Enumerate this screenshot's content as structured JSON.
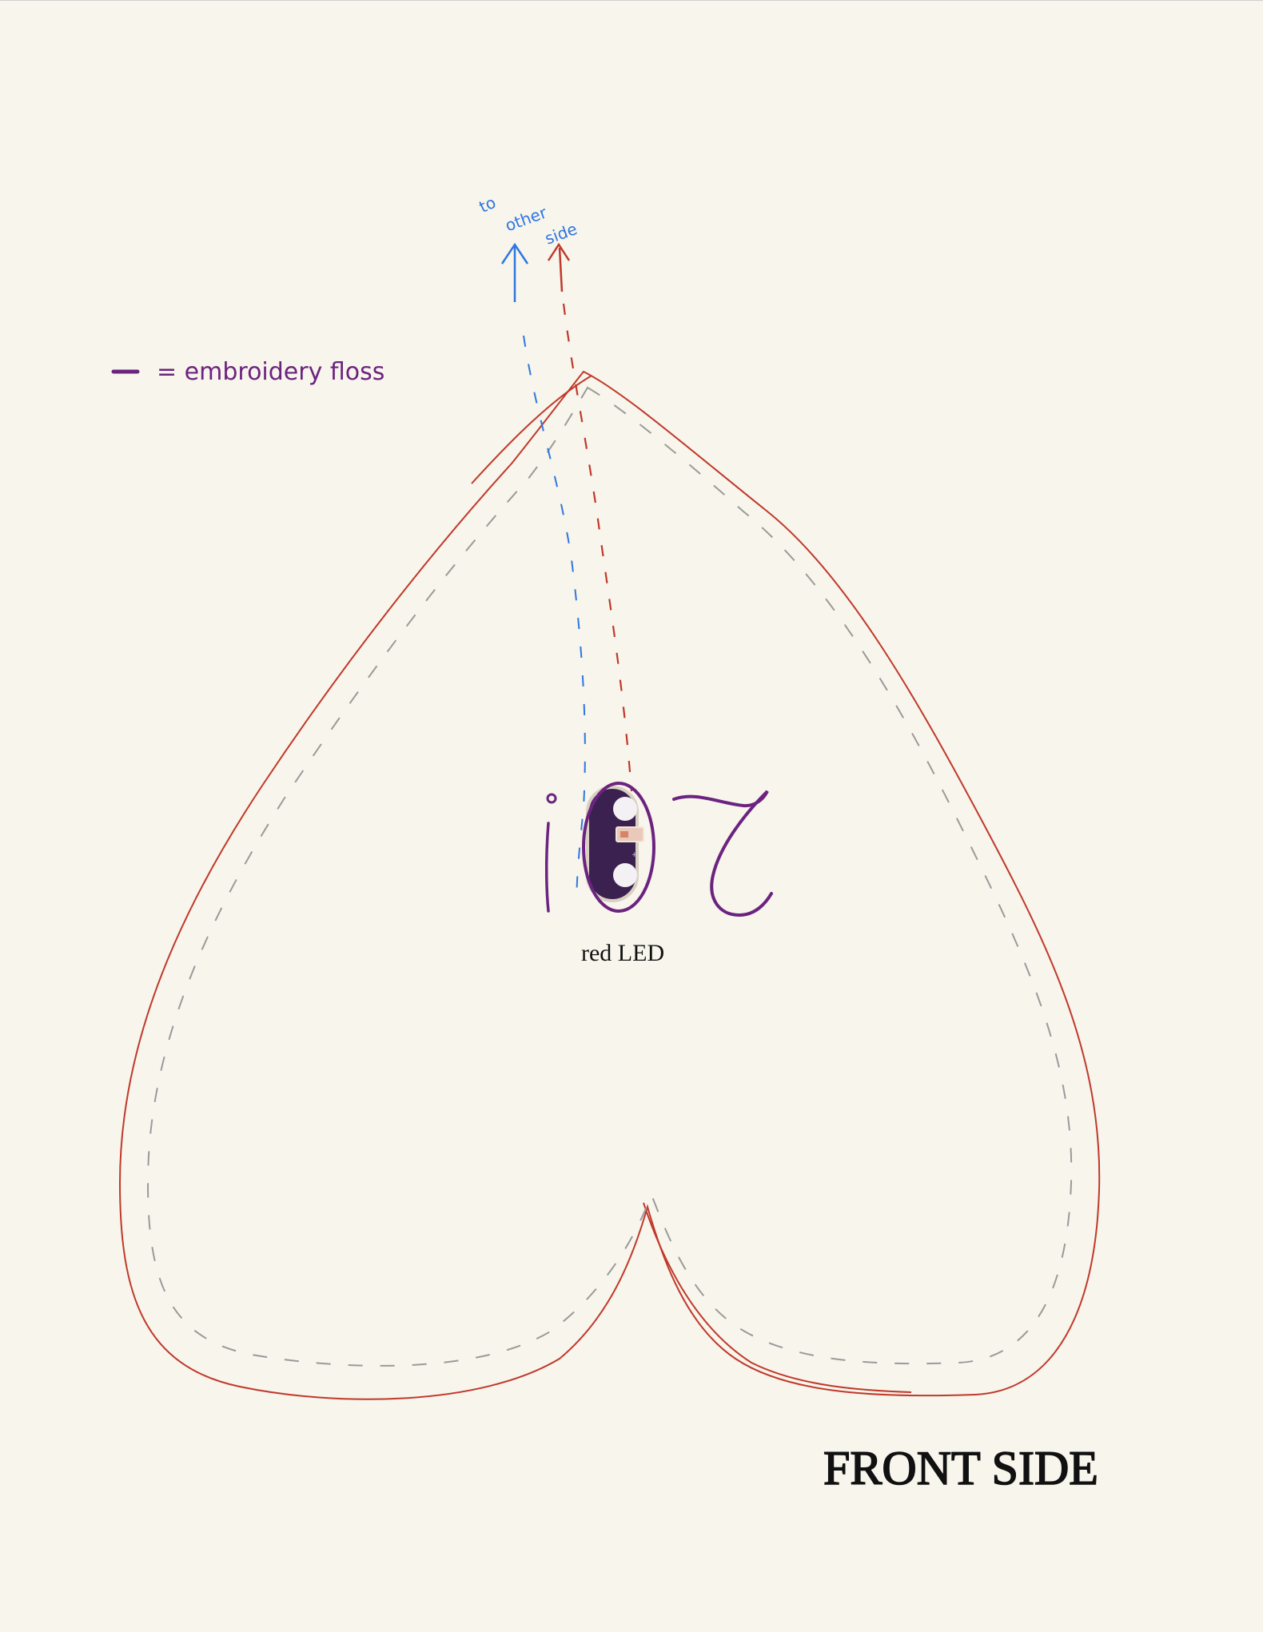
{
  "legend": {
    "symbol_color": "#6c237f",
    "text": "= embroidery floss"
  },
  "annotation": {
    "lines": [
      "to",
      "other",
      "side"
    ],
    "color": "#2f76e0"
  },
  "led": {
    "label": "red LED"
  },
  "title": "FRONT SIDE",
  "colors": {
    "background": "#f7f5ec",
    "heart_outline": "#c0392b",
    "stitch_line": "#9a9a9a",
    "thread_blue": "#2f76e0",
    "thread_red": "#c0392b",
    "floss_purple": "#6c237f",
    "led_board": "#3b2150"
  }
}
